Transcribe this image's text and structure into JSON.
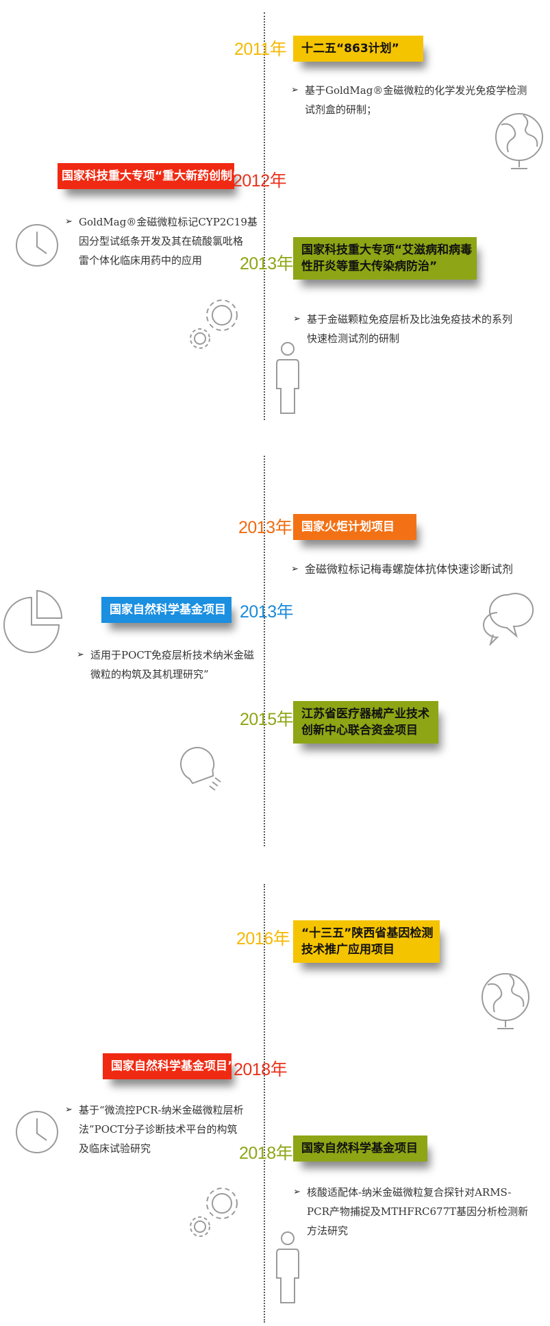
{
  "colors": {
    "yellow": "#f5c400",
    "red": "#f02a12",
    "olive": "#8ea515",
    "orange": "#f37115",
    "blue": "#1b8fe0",
    "year_yellow": "#f5b800",
    "year_red": "#e8321c",
    "year_olive": "#8ea515",
    "year_orange": "#f06a10",
    "year_blue": "#1a8ad8"
  },
  "entries": [
    {
      "year": "2011年",
      "banner": [
        "十二五“863计划”"
      ],
      "bullet": [
        "基于GoldMag®金磁微粒的化学发光免疫学检测",
        "试剂盒的研制；"
      ]
    },
    {
      "year": "2012年",
      "banner": [
        "国家科技重大专项“重大新药创制”"
      ],
      "bullet": [
        "GoldMag®金磁微粒标记CYP2C19基",
        "因分型试纸条开发及其在硫酸氯吡格",
        "雷个体化临床用药中的应用"
      ]
    },
    {
      "year": "2013年",
      "banner": [
        "国家科技重大专项“艾滋病和病毒",
        "性肝炎等重大传染病防治”"
      ],
      "bullet": [
        "基于金磁颗粒免疫层析及比浊免疫技术的系列",
        "快速检测试剂的研制"
      ]
    },
    {
      "year": "2013年",
      "banner": [
        "国家火炬计划项目"
      ],
      "bullet": [
        "金磁微粒标记梅毒螺旋体抗体快速诊断试剂"
      ]
    },
    {
      "year": "2013年",
      "banner": [
        "国家自然科学基金项目"
      ],
      "bullet": [
        "适用于POCT免疫层析技术纳米金磁",
        "微粒的构筑及其机理研究”"
      ]
    },
    {
      "year": "2015年",
      "banner": [
        "江苏省医疗器械产业技术",
        "创新中心联合资金项目"
      ]
    },
    {
      "year": "2016年",
      "banner": [
        "“十三五”陕西省基因检测",
        "技术推广应用项目"
      ]
    },
    {
      "year": "2018年",
      "banner": [
        "国家自然科学基金项目”"
      ],
      "bullet": [
        "基于“微流控PCR-纳米金磁微粒层析",
        "法”POCT分子诊断技术平台的构筑",
        "及临床试验研究"
      ]
    },
    {
      "year": "2018年",
      "banner": [
        "国家自然科学基金项目"
      ],
      "bullet": [
        "核酸适配体-纳米金磁微粒复合探针对ARMS-",
        "PCR产物捕捉及MTHFRC677T基因分析检测新",
        "方法研究"
      ]
    }
  ],
  "icons": [
    "globe-icon",
    "clock-icon",
    "gears-icon",
    "person-icon",
    "pie-chart-icon",
    "chat-bubbles-icon",
    "lightbulb-icon",
    "globe-icon",
    "clock-icon",
    "gears-icon",
    "person-icon"
  ]
}
